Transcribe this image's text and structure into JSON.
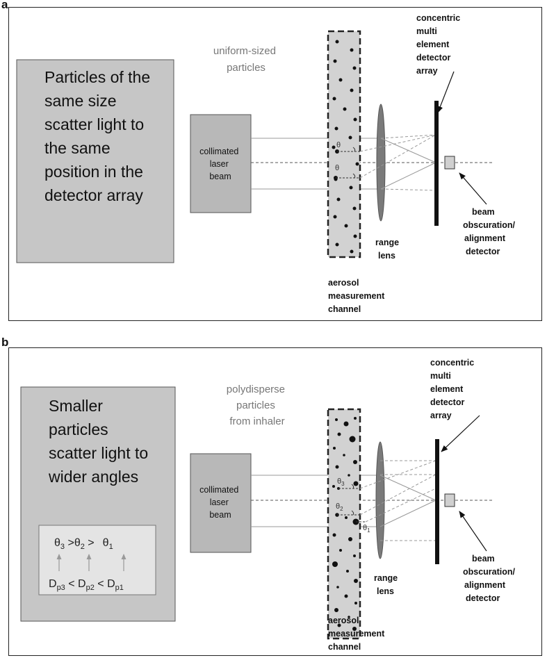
{
  "panel_a": {
    "letter": "a",
    "description_lines": [
      "Particles of the",
      "same size",
      "scatter light to",
      "the same",
      "position in the",
      "detector array"
    ],
    "particle_label_lines": [
      "uniform-sized",
      "particles"
    ],
    "laser_label_lines": [
      "collimated",
      "laser",
      "beam"
    ],
    "angle_labels": [
      "θ",
      "θ"
    ],
    "detector_label_lines": [
      "concentric",
      "multi",
      "element",
      "detector",
      "array"
    ],
    "obscuration_label_lines": [
      "beam",
      "obscuration/",
      "alignment",
      "detector"
    ],
    "lens_label_lines": [
      "range",
      "lens"
    ],
    "channel_label_lines": [
      "aerosol",
      "measurement",
      "channel"
    ]
  },
  "panel_b": {
    "letter": "b",
    "description_lines": [
      "Smaller",
      "particles",
      "scatter light to",
      "wider angles"
    ],
    "inequality_theta": {
      "a": "θ",
      "a_sub": "3",
      "op1": " >",
      "b": "θ",
      "b_sub": "2",
      "op2": " >",
      "c": "θ",
      "c_sub": "1"
    },
    "inequality_d": {
      "a": "D",
      "a_sub": "p3",
      "op1": " < ",
      "b": "D",
      "b_sub": "p2",
      "op2": " < ",
      "c": "D",
      "c_sub": "p1"
    },
    "particle_label_lines": [
      "polydisperse",
      "particles",
      "from inhaler"
    ],
    "laser_label_lines": [
      "collimated",
      "laser",
      "beam"
    ],
    "angle_labels": [
      {
        "base": "θ",
        "sub": "3"
      },
      {
        "base": "θ",
        "sub": "2"
      },
      {
        "base": "θ",
        "sub": "1"
      }
    ],
    "detector_label_lines": [
      "concentric",
      "multi",
      "element",
      "detector",
      "array"
    ],
    "obscuration_label_lines": [
      "beam",
      "obscuration/",
      "alignment",
      "detector"
    ],
    "lens_label_lines": [
      "range",
      "lens"
    ],
    "channel_label_lines": [
      "aerosol",
      "measurement",
      "channel"
    ]
  }
}
